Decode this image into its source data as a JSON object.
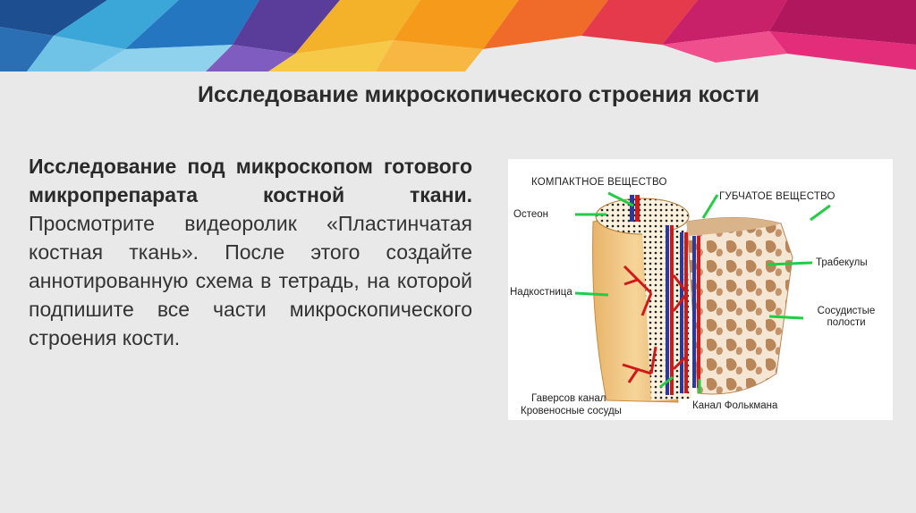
{
  "slide": {
    "title": "Исследование микроскопического строения кости",
    "body_bold": "Исследование под микроскопом готового микропрепарата костной ткани.",
    "body_rest": " Просмотрите видеоролик «Пластинчатая костная ткань». После этого создайте аннотированную схема в тетрадь, на которой подпишите все части микроскопического строения кости."
  },
  "figure": {
    "labels": {
      "compact": "КОМПАКТНОЕ ВЕЩЕСТВО",
      "spongy": "ГУБЧАТОЕ ВЕЩЕСТВО",
      "osteon": "Остеон",
      "trabeculae": "Трабекулы",
      "periosteum": "Надкостница",
      "vascular": "Сосудистые полости",
      "havers": "Гаверсов канал",
      "vessels": "Кровеносные сосуды",
      "volkmann": "Канал Фолькмана"
    }
  },
  "colors": {
    "background": "#e9e9e9",
    "pointer": "#22cc44",
    "artery": "#d01818",
    "vein": "#2a3a9a",
    "bone": "#f0c98a"
  }
}
